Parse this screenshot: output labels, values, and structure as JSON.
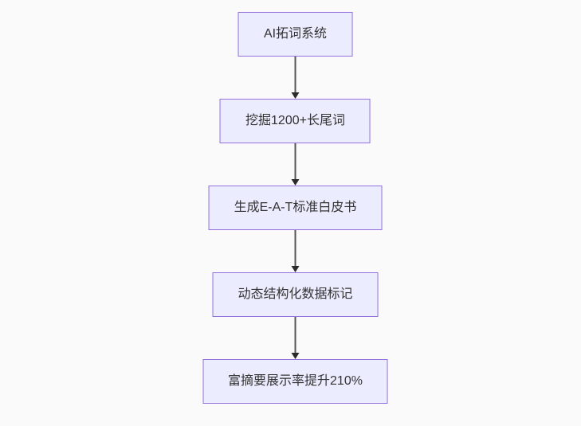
{
  "diagram": {
    "type": "flowchart-top-down",
    "background_color": "#fafafa",
    "node_fill_color": "#ececff",
    "node_border_color": "#9370db",
    "node_text_color": "#333333",
    "arrow_color": "#333333",
    "nodes": [
      {
        "label": "AI拓词系统"
      },
      {
        "label": "挖掘1200+长尾词"
      },
      {
        "label": "生成E-A-T标准白皮书"
      },
      {
        "label": "动态结构化数据标记"
      },
      {
        "label": "富摘要展示率提升210%"
      }
    ]
  }
}
